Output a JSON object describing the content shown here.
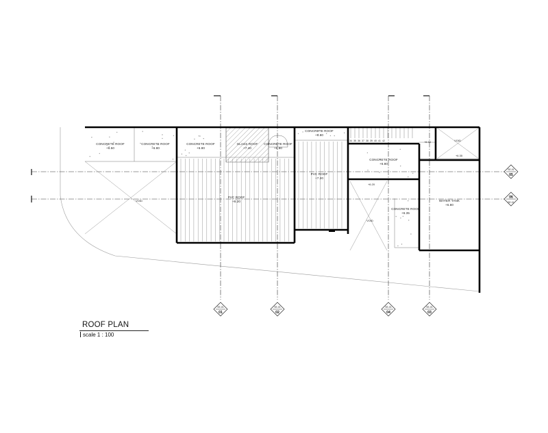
{
  "drawing": {
    "title": "ROOF PLAN",
    "scale": "scale  1 : 100"
  },
  "rooms": {
    "concrete_roof_a": {
      "name": "CONCRETE ROOF",
      "level": "+6.50"
    },
    "concrete_roof_b": {
      "name": "CONCRETE ROOF",
      "level": "+6.80"
    },
    "void_west": {
      "name": "VOID"
    },
    "concrete_roof_c": {
      "name": "CONCRETE ROOF",
      "level": "+6.80"
    },
    "glass_roof": {
      "name": "GLASS ROOF",
      "level": "+7.40"
    },
    "concrete_roof_d": {
      "name": "CONCRETE ROOF",
      "level": "+6.80"
    },
    "pvc_roof_main": {
      "name": "PVC ROOF",
      "level": "+8.20"
    },
    "concrete_roof_e": {
      "name": "CONCRETE ROOF",
      "level": "+6.80"
    },
    "pvc_roof_mid": {
      "name": "PVC ROOF",
      "level": "+7.20"
    },
    "stair_level": {
      "level": "+6.90"
    },
    "void_ne": {
      "name": "VOID"
    },
    "void_ne_level": {
      "level": "+6.35"
    },
    "concrete_roof_f": {
      "name": "CONCRETE ROOF",
      "level": "+6.80"
    },
    "level_620": {
      "level": "+6.20"
    },
    "void_central": {
      "name": "VOID"
    },
    "concrete_roof_g": {
      "name": "CONCRETE ROOF",
      "level": "+6.35"
    },
    "water_tank": {
      "name": "WATER TANK",
      "level": "+6.80"
    }
  },
  "stairs": {
    "numbers": [
      "34",
      "35",
      "36",
      "37",
      "38",
      "39",
      "40",
      "41",
      "42"
    ]
  },
  "gridlines": {
    "01": {
      "label": "01",
      "ref": "SE-01"
    },
    "02": {
      "label": "02",
      "ref": "SE-01"
    },
    "04": {
      "label": "04",
      "ref": "SE-01"
    },
    "03": {
      "label": "03",
      "ref": "SE-01"
    },
    "05": {
      "label": "05",
      "ref": "SE-01"
    },
    "06": {
      "label": "06",
      "ref": "SE-01"
    }
  }
}
